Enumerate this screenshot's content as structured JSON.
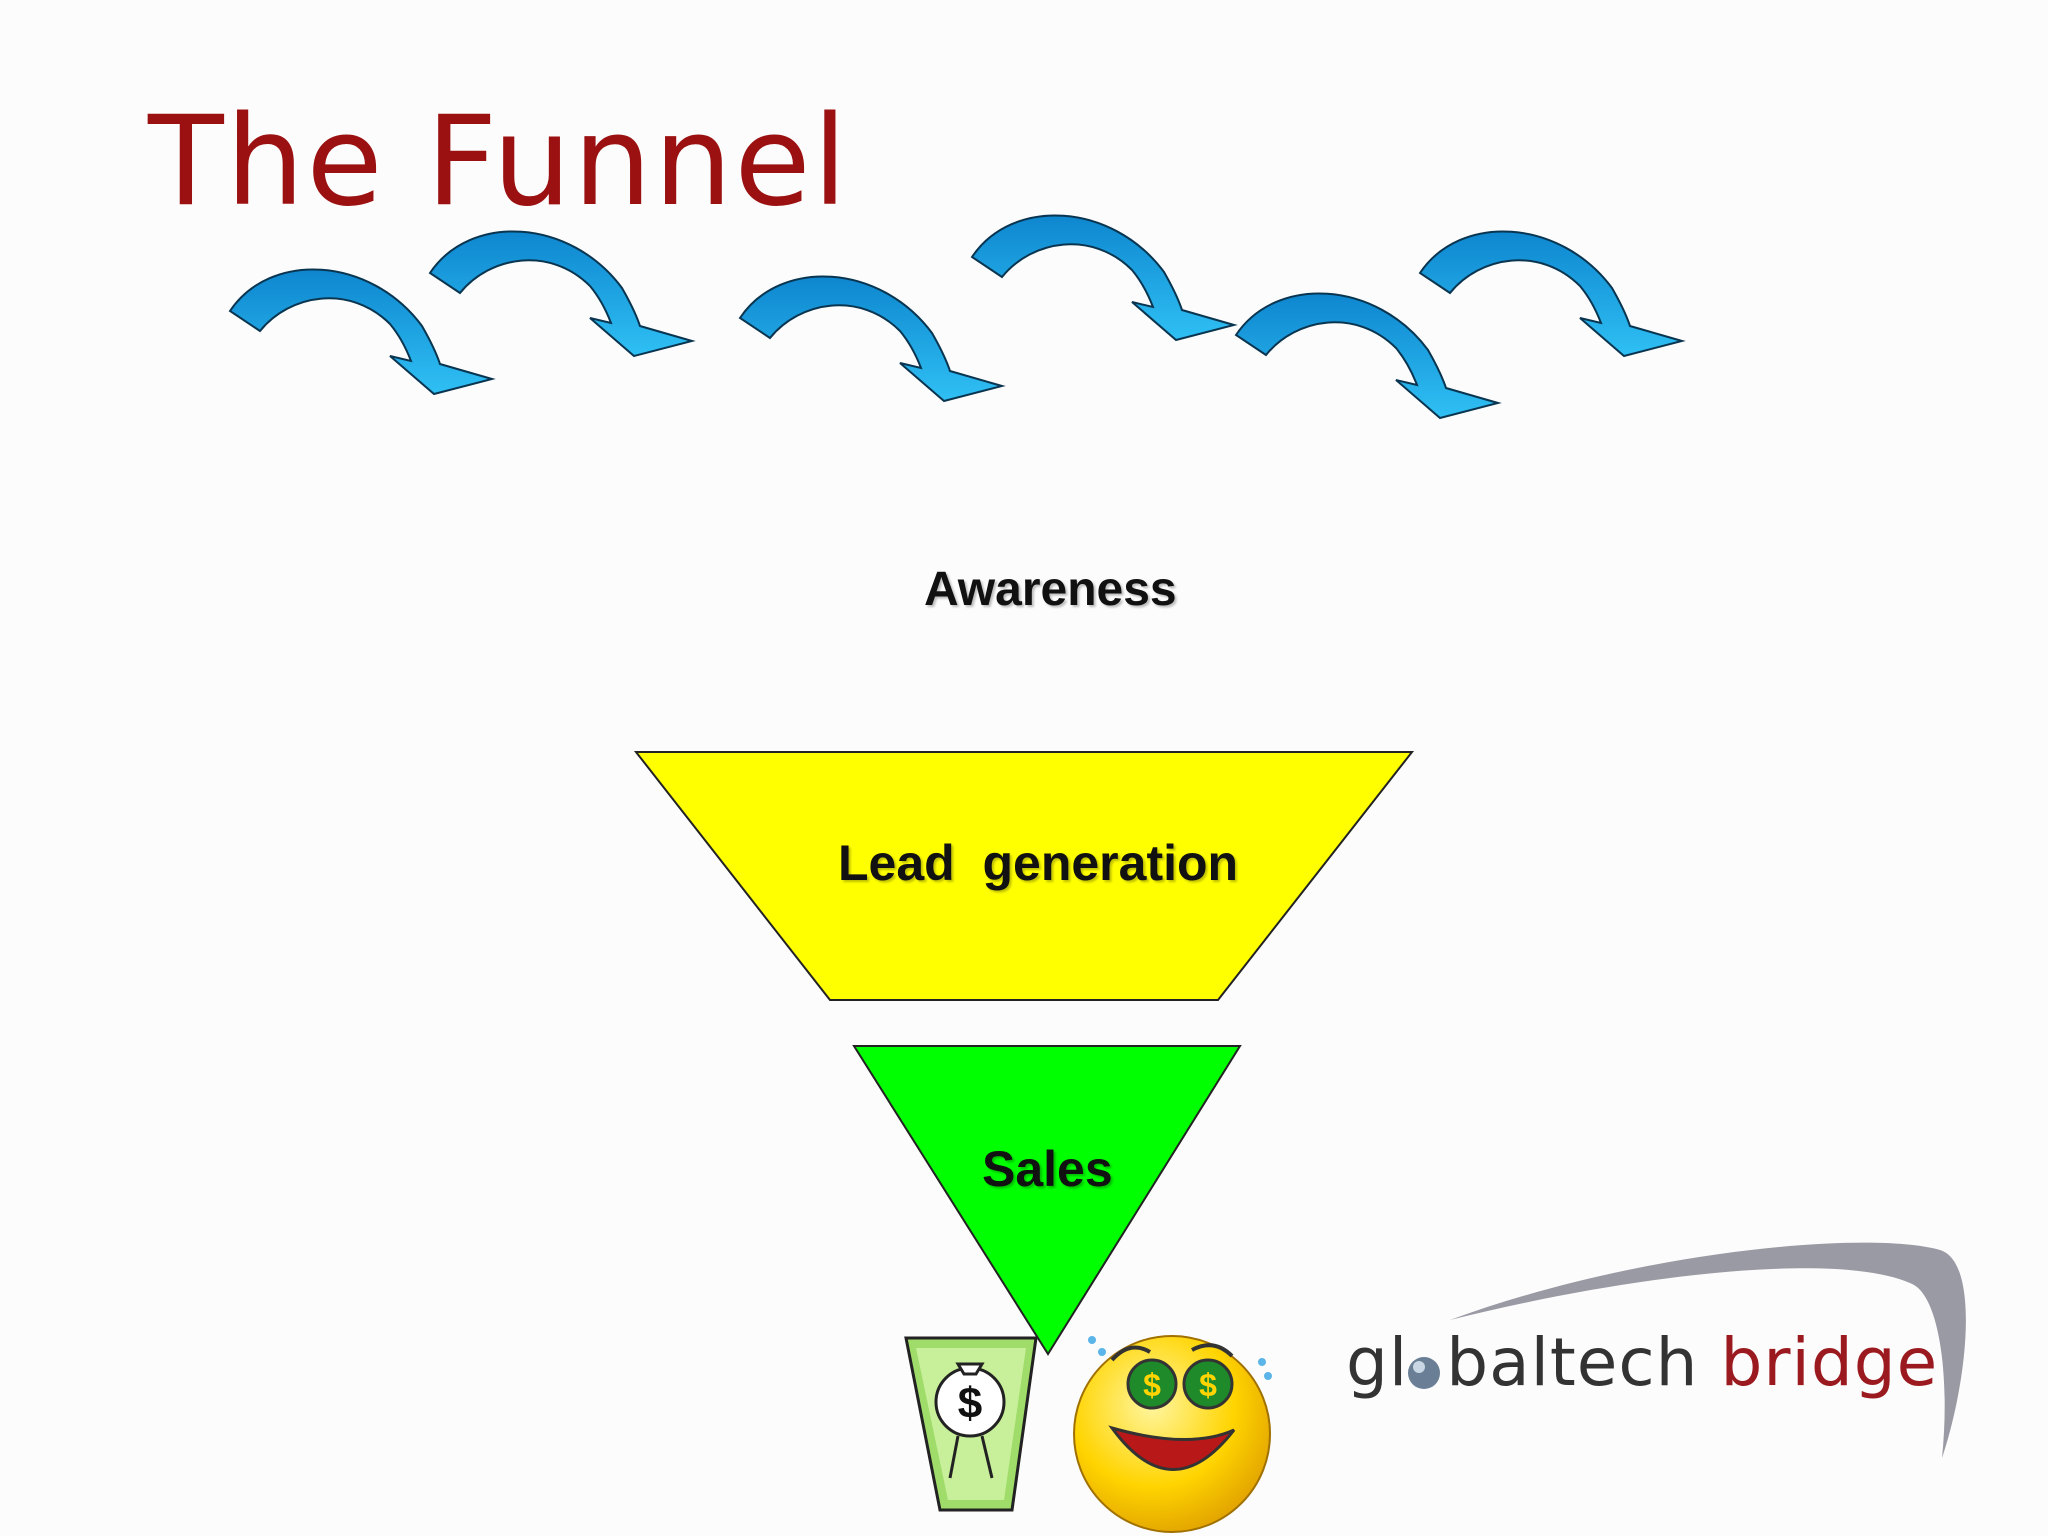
{
  "slide": {
    "title": "The Funnel"
  },
  "funnel": {
    "stages": [
      {
        "label": "Awareness",
        "color": "#ffffff"
      },
      {
        "label": "Lead  generation",
        "color": "#ffff00"
      },
      {
        "label": "Sales",
        "color": "#00ff00"
      }
    ],
    "arrow_color": "#1aa9e8",
    "arrow_count": 6
  },
  "logo": {
    "part1": "gl",
    "part2": "baltech",
    "part3": "bridge",
    "color_primary": "#333333",
    "color_accent": "#9b1a1f"
  },
  "icons": [
    "money-bag-cup-icon",
    "money-eyes-smiley-icon",
    "globe-icon"
  ]
}
